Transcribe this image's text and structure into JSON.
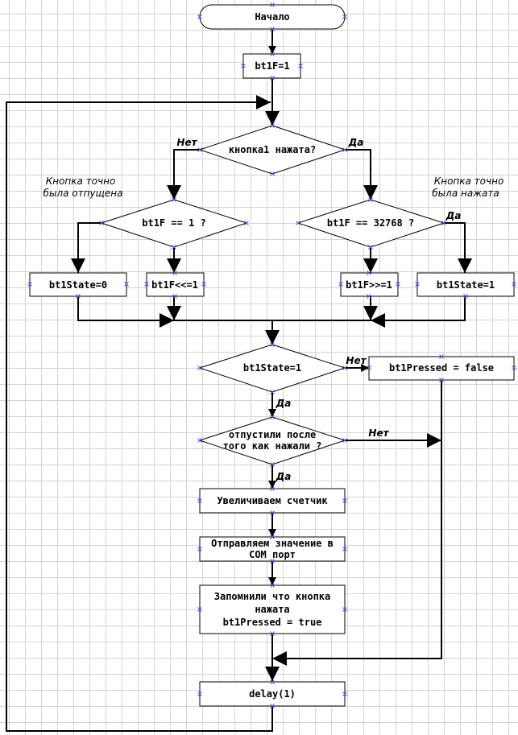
{
  "nodes": {
    "start": "Начало",
    "init": "bt1F=1",
    "decision_pressed": "кнопка1 нажата?",
    "decision_f1": "bt1F == 1 ?",
    "decision_f32768": "bt1F == 32768 ?",
    "state0": "bt1State=0",
    "shift_left": "bt1F<<=1",
    "shift_right": "bt1F>>=1",
    "state1": "bt1State=1",
    "decision_state": "bt1State=1",
    "pressed_false": "bt1Pressed = false",
    "decision_released_line1": "отпустили после",
    "decision_released_line2": "того как нажали ?",
    "increment": "Увеличиваем счетчик",
    "send_line1": "Отправляем значение в",
    "send_line2": "COM порт",
    "remember_line1": "Запомнили что кнопка",
    "remember_line2": "нажата",
    "remember_line3": "bt1Pressed = true",
    "delay": "delay(1)"
  },
  "notes": {
    "released_line1": "Кнопка точно",
    "released_line2": "была отпущена",
    "pressed_line1": "Кнопка точно",
    "pressed_line2": "была нажата"
  },
  "edge_labels": {
    "no_pressed": "Нет",
    "yes_pressed": "Да",
    "yes_f32768": "Да",
    "no_state": "Нет",
    "yes_state": "Да",
    "no_released": "Нет",
    "yes_released": "Да"
  }
}
